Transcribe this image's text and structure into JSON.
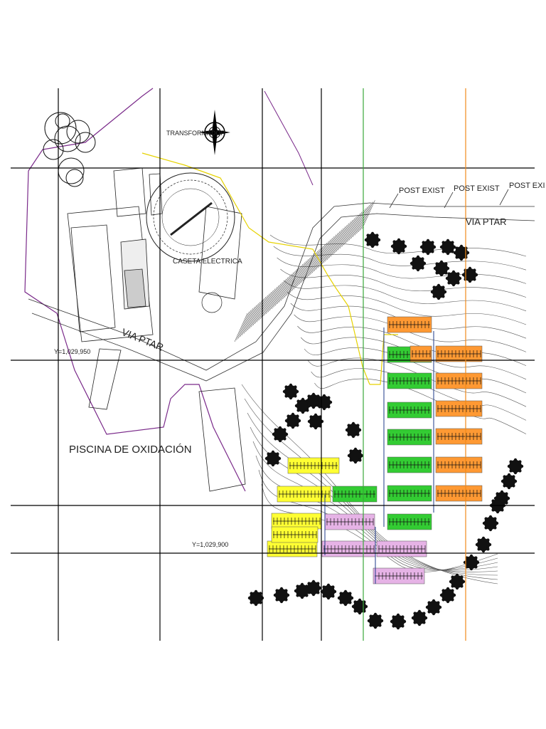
{
  "drawing": {
    "labels": {
      "transformer": "TRANSFORMADOR",
      "electrical_hut": "CASETA ELECTRICA",
      "ptar_road_upper": "VIA PTAR",
      "ptar_road_lower": "VIA PTAR",
      "oxidation_pond": "PISCINA DE OXIDACIÓN",
      "post_exist": [
        "POST EXIST",
        "POST EXIST",
        "POST EXI"
      ],
      "coord_y_upper": "Y=1,029,950",
      "coord_y_lower": "Y=1,029,900"
    },
    "colors": {
      "grid_black": "#000000",
      "grid_green": "#3aa83a",
      "grid_orange": "#f08a1a",
      "pv_yellow": "#ffff33",
      "pv_green": "#33cc33",
      "pv_orange": "#ff9933",
      "pv_pink": "#e6b3e6",
      "boundary_purple": "#7a2a8a",
      "cable_yellow": "#e6d200",
      "tree_black": "#111111"
    },
    "pv_arrays": {
      "yellow_rows": 5,
      "green_rows": 8,
      "orange_rows": 7,
      "pink_rows": 4
    }
  }
}
